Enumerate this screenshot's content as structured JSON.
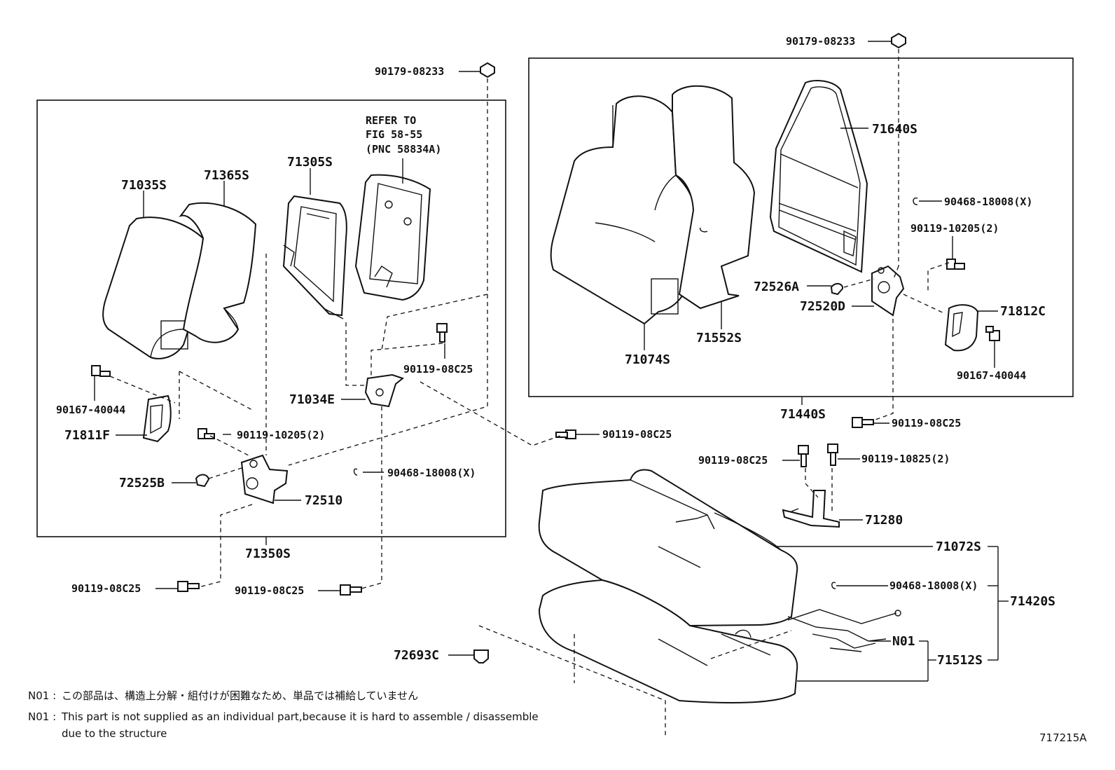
{
  "labels": {
    "p_90179_left": "90179-08233",
    "p_90179_right": "90179-08233",
    "refer_line1": "REFER TO",
    "refer_line2": "FIG 58-55",
    "refer_line3": "(PNC 58834A)",
    "p_71035S": "71035S",
    "p_71365S": "71365S",
    "p_71305S": "71305S",
    "p_90167_left": "90167-40044",
    "p_71811F": "71811F",
    "p_90119_10205_left": "90119-10205(2)",
    "p_90119_08C25_a": "90119-08C25",
    "p_71034E": "71034E",
    "p_72525B": "72525B",
    "p_72510": "72510",
    "p_90468_left": "90468-18008(X)",
    "p_71350S": "71350S",
    "p_90119_08C25_b": "90119-08C25",
    "p_90119_08C25_c": "90119-08C25",
    "p_90119_08C25_d": "90119-08C25",
    "p_71640S": "71640S",
    "p_90468_right": "90468-18008(X)",
    "p_90119_10205_right": "90119-10205(2)",
    "p_72526A": "72526A",
    "p_72520D": "72520D",
    "p_71812C": "71812C",
    "p_71074S": "71074S",
    "p_71552S": "71552S",
    "p_90167_right": "90167-40044",
    "p_71440S": "71440S",
    "p_90119_08C25_e": "90119-08C25",
    "p_90119_08C25_f": "90119-08C25",
    "p_90119_10825": "90119-10825(2)",
    "p_71280": "71280",
    "p_71072S": "71072S",
    "p_90468_bottom": "90468-18008(X)",
    "p_71420S": "71420S",
    "p_N01": "N01",
    "p_71512S": "71512S",
    "p_72693C": "72693C"
  },
  "notes": {
    "jp_prefix": "N01 :",
    "jp_text": "この部品は、構造上分解・組付けが困難なため、単品では補給していません",
    "en_prefix": "N01 :",
    "en_text_line1": "This part is not supplied as an individual part,because it is hard to assemble / disassemble",
    "en_text_line2": "due to the structure"
  },
  "figure_id": "717215A"
}
